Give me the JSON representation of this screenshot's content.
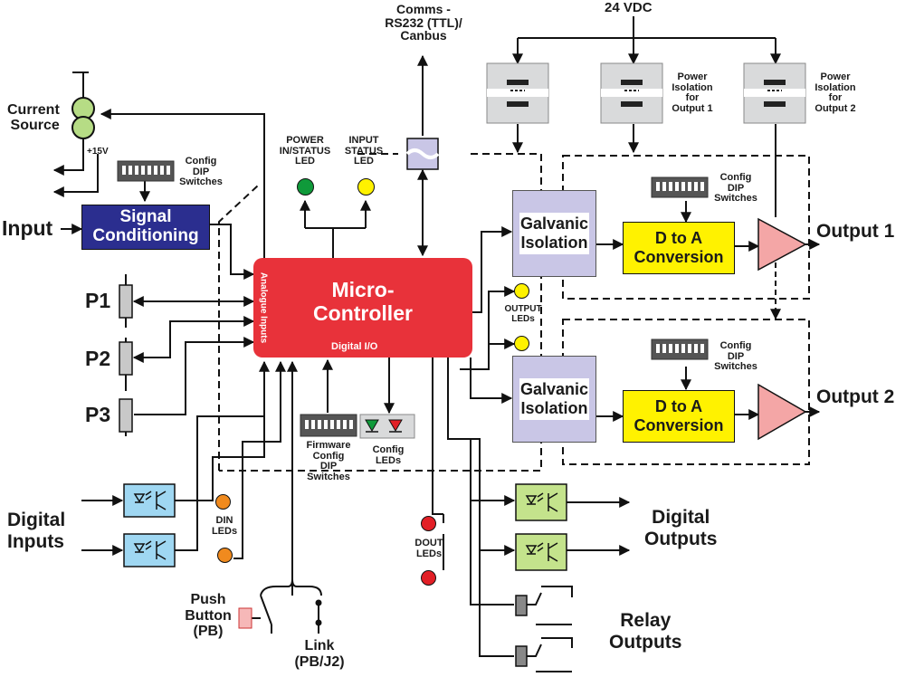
{
  "labels": {
    "comms": "Comms -\nRS232 (TTL)/\nCanbus",
    "supply": "24 VDC",
    "current_source": "Current\nSource",
    "plus15v": "+15V",
    "config_dip_input": "Config\nDIP\nSwitches",
    "power_led": "POWER\nIN/STATUS\nLED",
    "input_status_led": "INPUT\nSTATUS\nLED",
    "input": "Input",
    "signal_conditioning": "Signal\nConditioning",
    "p1": "P1",
    "p2": "P2",
    "p3": "P3",
    "microcontroller": "Micro-\nController",
    "analogue_inputs": "Analogue Inputs",
    "digital_io": "Digital I/O",
    "output_leds": "OUTPUT\nLEDs",
    "galvanic_1": "Galvanic\nIsolation",
    "galvanic_2": "Galvanic\nIsolation",
    "dac_1": "D to A\nConversion",
    "dac_2": "D to A\nConversion",
    "output_1": "Output 1",
    "output_2": "Output 2",
    "power_iso_1": "Power\nIsolation\nfor\nOutput 1",
    "power_iso_2": "Power\nIsolation\nfor\nOutput 2",
    "config_dip_out1": "Config\nDIP\nSwitches",
    "config_dip_out2": "Config\nDIP\nSwitches",
    "firmware_dip": "Firmware\nConfig\nDIP\nSwitches",
    "config_leds": "Config\nLEDs",
    "din_leds": "DIN\nLEDs",
    "dout_leds": "DOUT\nLEDs",
    "digital_inputs": "Digital\nInputs",
    "digital_outputs": "Digital\nOutputs",
    "relay_outputs": "Relay\nOutputs",
    "push_button": "Push\nButton\n(PB)",
    "link": "Link\n(PB/J2)"
  },
  "colors": {
    "microcontroller": "#e8323a",
    "signal_conditioning": "#2b2e8f",
    "dac": "#fff200",
    "galvanic": "#c9c6e6",
    "amplifier": "#f4a6a6",
    "power_iso": "#d9dadb",
    "optocoupler_in": "#9fd7f2",
    "optocoupler_out": "#c4e38c",
    "led_green": "#0f9a3a",
    "led_yellow": "#fff200",
    "led_orange": "#f08a1e",
    "led_red": "#e21f26",
    "push_button": "#f6b8b8"
  }
}
